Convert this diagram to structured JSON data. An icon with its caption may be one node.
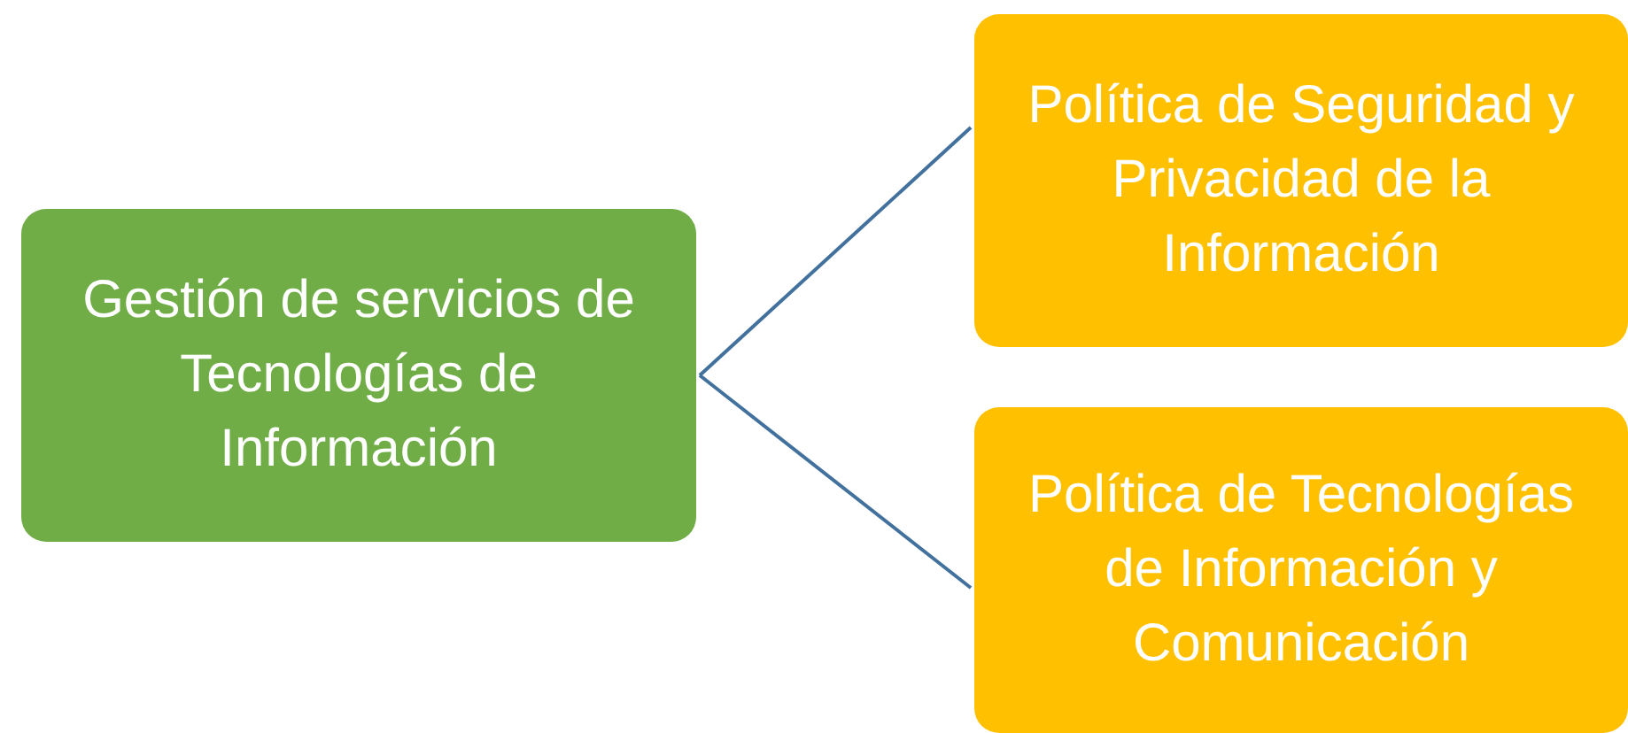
{
  "diagram": {
    "nodes": [
      {
        "text": [
          "Gestión de servicios de Tecnologías de Información"
        ]
      },
      {
        "text": [
          "Política de Seguridad y Privacidad de la Información"
        ]
      },
      {
        "text": [
          "Política de Tecnologías de Información y Comunicación"
        ]
      }
    ],
    "edges": [
      {
        "from": 0,
        "to": 1,
        "arrow": "none"
      },
      {
        "from": 0,
        "to": 2,
        "arrow": "none"
      }
    ]
  }
}
